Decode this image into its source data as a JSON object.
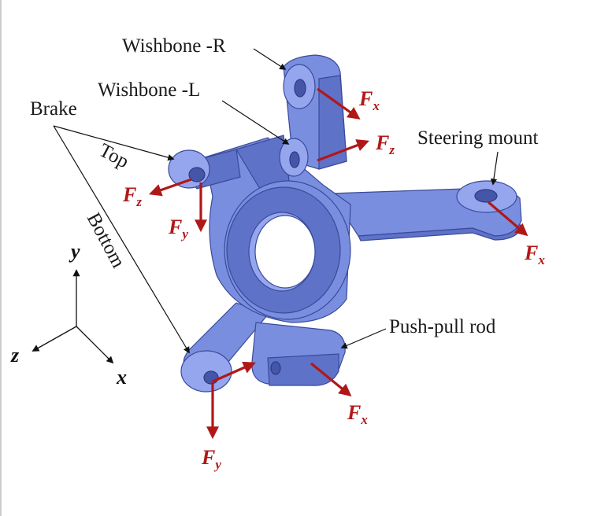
{
  "labels": {
    "wishbone_r": "Wishbone -R",
    "wishbone_l": "Wishbone -L",
    "brake": "Brake",
    "top": "Top",
    "bottom": "Bottom",
    "steering_mount": "Steering mount",
    "push_pull_rod": "Push-pull rod"
  },
  "forces": {
    "wishbone_r_fx": {
      "main": "F",
      "sub": "x"
    },
    "wishbone_l_fz": {
      "main": "F",
      "sub": "z"
    },
    "brake_top_fz": {
      "main": "F",
      "sub": "z"
    },
    "brake_top_fy": {
      "main": "F",
      "sub": "y"
    },
    "steering_fx": {
      "main": "F",
      "sub": "x"
    },
    "pushpull_fx": {
      "main": "F",
      "sub": "x"
    },
    "brake_bottom_fy": {
      "main": "F",
      "sub": "y"
    }
  },
  "axes": {
    "y": "y",
    "z": "z",
    "x": "x"
  },
  "colors": {
    "part": "#7a8ee0",
    "force_arrow": "#b01818",
    "text": "#1a1a1a"
  }
}
